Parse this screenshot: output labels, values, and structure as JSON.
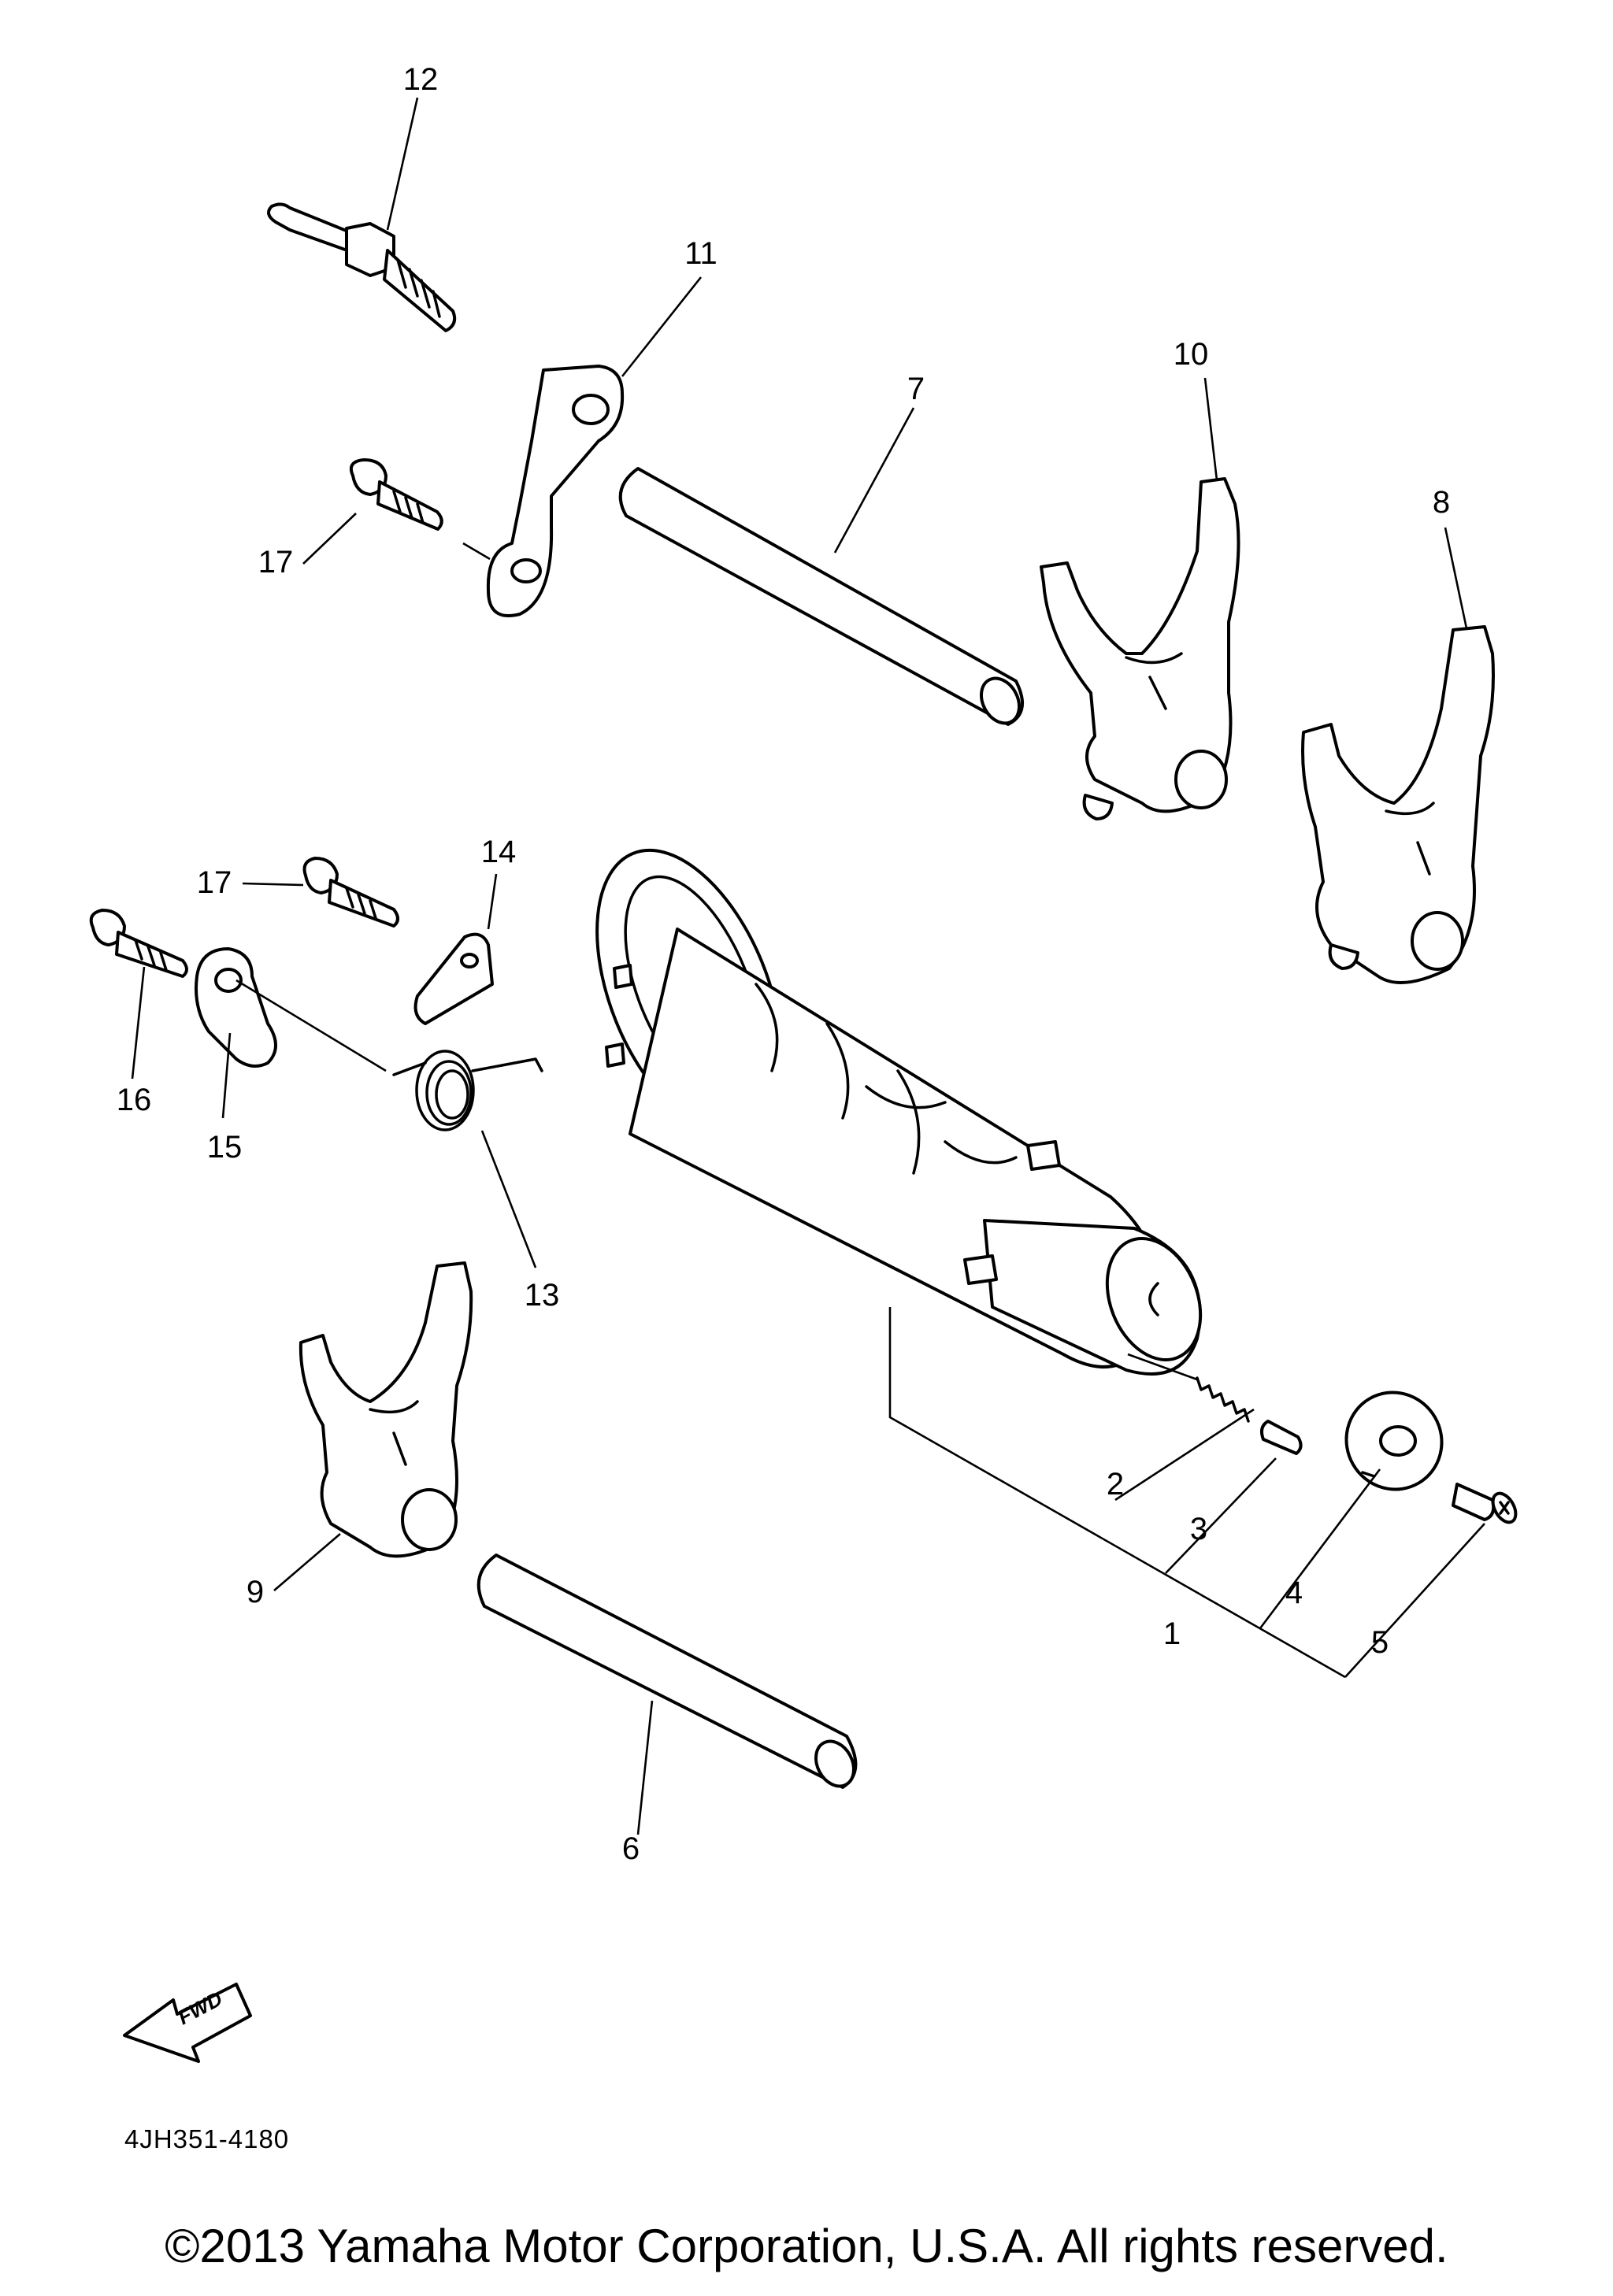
{
  "callouts": [
    {
      "id": "1",
      "label": "1"
    },
    {
      "id": "2",
      "label": "2"
    },
    {
      "id": "3",
      "label": "3"
    },
    {
      "id": "4",
      "label": "4"
    },
    {
      "id": "5",
      "label": "5"
    },
    {
      "id": "6",
      "label": "6"
    },
    {
      "id": "7",
      "label": "7"
    },
    {
      "id": "8",
      "label": "8"
    },
    {
      "id": "9",
      "label": "9"
    },
    {
      "id": "10",
      "label": "10"
    },
    {
      "id": "11",
      "label": "11"
    },
    {
      "id": "12",
      "label": "12"
    },
    {
      "id": "13",
      "label": "13"
    },
    {
      "id": "14",
      "label": "14"
    },
    {
      "id": "15",
      "label": "15"
    },
    {
      "id": "16",
      "label": "16"
    },
    {
      "id": "17a",
      "label": "17"
    },
    {
      "id": "17b",
      "label": "17"
    }
  ],
  "fwd_label": "FWD",
  "diagram_code": "4JH351-4180",
  "copyright": "©2013 Yamaha Motor Corporation, U.S.A. All rights reserved."
}
